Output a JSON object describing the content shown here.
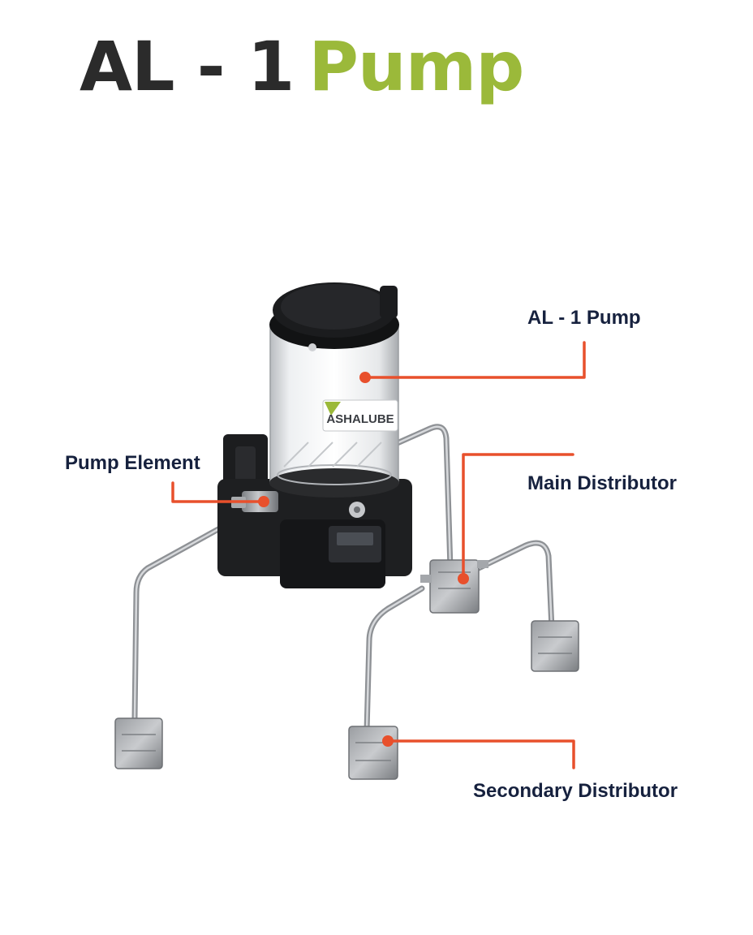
{
  "title": {
    "part1": "AL - 1",
    "part2": "Pump"
  },
  "colors": {
    "title_dark": "#2b2b2b",
    "title_accent": "#9bb93a",
    "callout": "#e8502c",
    "label_text": "#16213e"
  },
  "labels": {
    "pump": "AL - 1 Pump",
    "pump_element": "Pump Element",
    "main_distributor": "Main Distributor",
    "secondary_distributor": "Secondary Distributor",
    "brand": "ASHALUBE"
  }
}
